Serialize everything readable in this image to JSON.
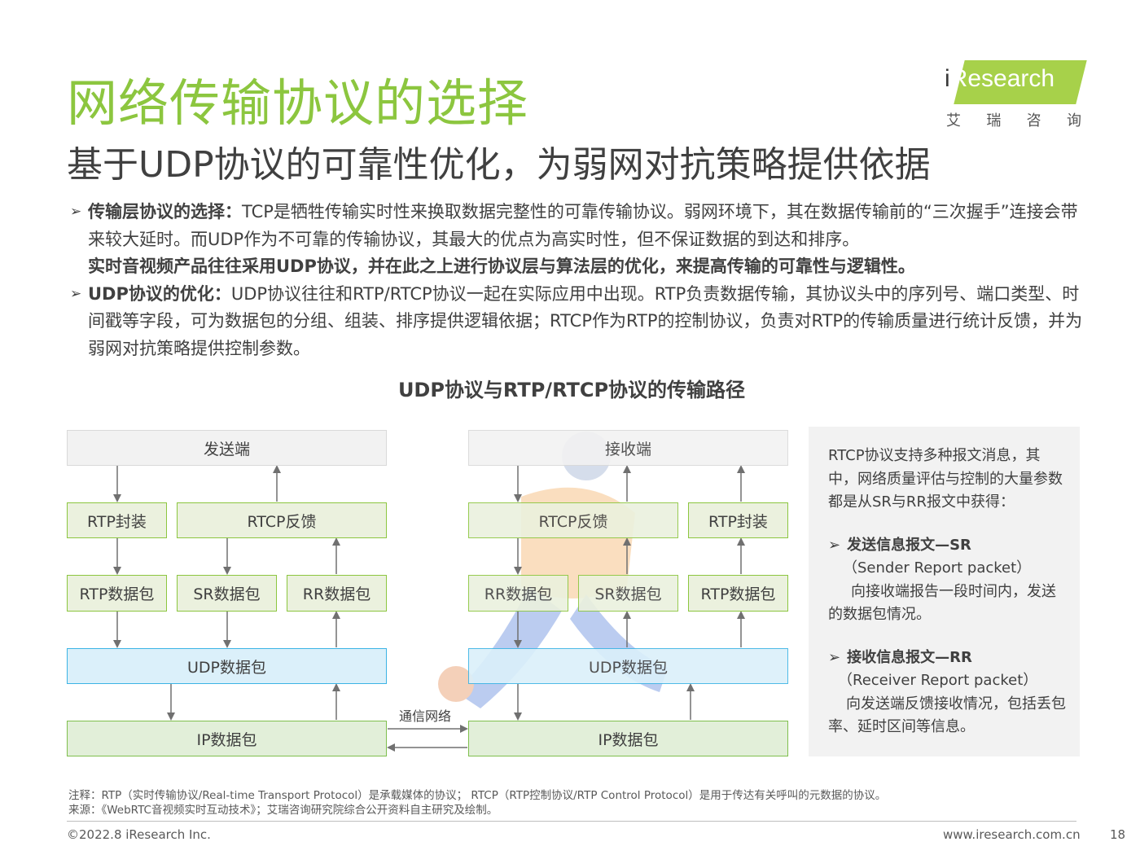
{
  "title": "网络传输协议的选择",
  "subtitle": "基于UDP协议的可靠性优化，为弱网对抗策略提供依据",
  "logo": {
    "text_i": "i",
    "text_rest": "Research",
    "cn": [
      "艾",
      "瑞",
      "咨",
      "询"
    ]
  },
  "bullets": [
    {
      "head": "传输层协议的选择：",
      "text": "TCP是牺牲传输实时性来换取数据完整性的可靠传输协议。弱网环境下，其在数据传输前的“三次握手”连接会带来较大延时。而UDP作为不可靠的传输协议，其最大的优点为高实时性，但不保证数据的到达和排序。",
      "emphasis": "实时音视频产品往往采用UDP协议，并在此之上进行协议层与算法层的优化，来提高传输的可靠性与逻辑性。"
    },
    {
      "head": "UDP协议的优化：",
      "text": "UDP协议往往和RTP/RTCP协议一起在实际应用中出现。RTP负责数据传输，其协议头中的序列号、端口类型、时间戳等字段，可为数据包的分组、组装、排序提供逻辑依据；RTCP作为RTP的控制协议，负责对RTP的传输质量进行统计反馈，并为弱网对抗策略提供控制参数。",
      "emphasis": ""
    }
  ],
  "bullet_mark": "➢",
  "diagram": {
    "title": "UDP协议与RTP/RTCP协议的传输路径",
    "sender": {
      "endpoint": "发送端",
      "rtp_encap": "RTP封装",
      "rtcp_feedback": "RTCP反馈",
      "rtp_packet": "RTP数据包",
      "sr_packet": "SR数据包",
      "rr_packet": "RR数据包",
      "udp_packet": "UDP数据包",
      "ip_packet": "IP数据包"
    },
    "receiver": {
      "endpoint": "接收端",
      "rtcp_feedback": "RTCP反馈",
      "rtp_encap": "RTP封装",
      "rr_packet": "RR数据包",
      "sr_packet": "SR数据包",
      "rtp_packet": "RTP数据包",
      "udp_packet": "UDP数据包",
      "ip_packet": "IP数据包"
    },
    "network_label": "通信网络"
  },
  "side_panel": {
    "intro": "RTCP协议支持多种报文消息，其中，网络质量评估与控制的大量参数都是从SR与RR报文中获得：",
    "items": [
      {
        "head": "发送信息报文—SR",
        "sub": "（Sender Report packet）",
        "desc": "向接收端报告一段时间内，发送的数据包情况。"
      },
      {
        "head": "接收信息报文—RR",
        "sub": "（Receiver Report packet）",
        "desc": "向发送端反馈接收情况，包括丢包率、延时区间等信息。"
      }
    ]
  },
  "notes": {
    "note": "注释：RTP（实时传输协议/Real-time Transport Protocol）是承载媒体的协议； RTCP（RTP控制协议/RTP Control Protocol）是用于传达有关呼叫的元数据的协议。",
    "source": "来源：《WebRTC音视频实时互动技术》；艾瑞咨询研究院综合公开资料自主研究及绘制。"
  },
  "footer": {
    "copyright": "©2022.8 iResearch Inc.",
    "website": "www.iresearch.com.cn",
    "page": "18"
  },
  "colors": {
    "title_green": "#8cc63f",
    "box_green_border": "#8cc63f",
    "udp_blue_border": "#3cb4e5",
    "panel_gray": "#f2f2f2"
  }
}
